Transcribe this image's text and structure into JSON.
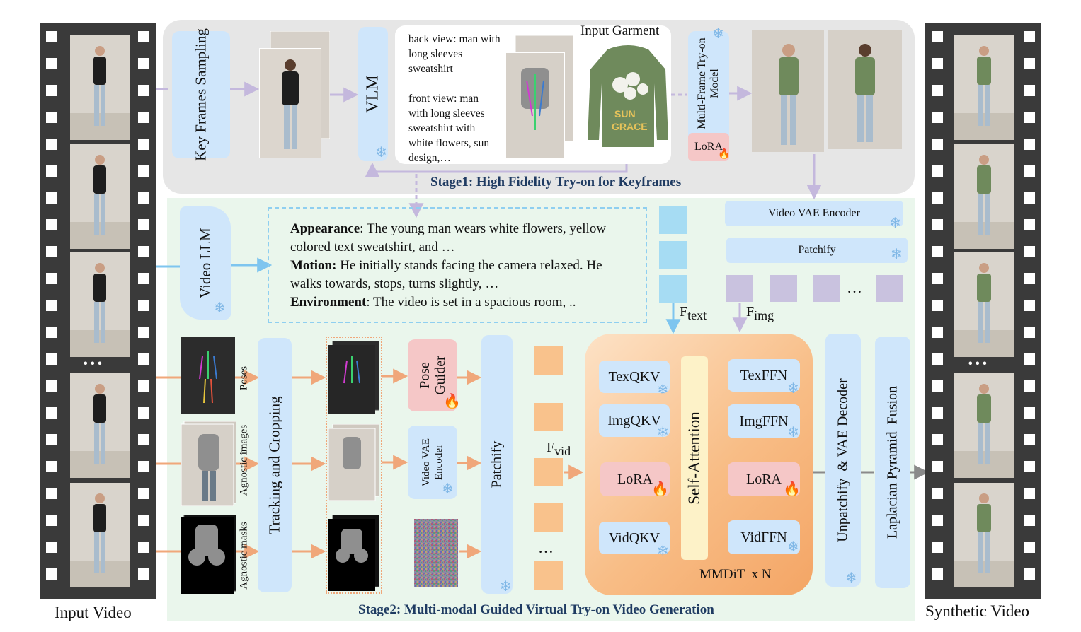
{
  "stage1": {
    "caption": "Stage1: High Fidelity Try-on for Keyframes"
  },
  "stage2": {
    "caption": "Stage2: Multi-modal Guided Virtual Try-on Video Generation"
  },
  "input_video_label": "Input Video",
  "synthetic_video_label": "Synthetic Video",
  "film_ellipsis": "• • •",
  "keyframes_sampling": "Key Frames Sampling",
  "vlm": "VLM",
  "vlm_output": {
    "back": "back view: man with long sleeves sweatshirt",
    "front": "front view: man with long sleeves sweatshirt with white flowers, sun design,…"
  },
  "input_garment_label": "Input Garment",
  "garment_print": [
    "SUN",
    "GRACE"
  ],
  "multi_frame_model": "Multi-Frame Try-on Model",
  "lora": "LoRA",
  "video_vae_encoder_top": "Video VAE Encoder",
  "patchify_top": "Patchify",
  "video_llm": "Video LLM",
  "description": {
    "appearance_label": "Appearance",
    "appearance_text": ": The young man wears white flowers, yellow colored text sweatshirt, and …",
    "motion_label": "Motion:",
    "motion_text": " He initially stands facing the camera relaxed. He walks towards, stops, turns slightly, …",
    "environment_label": "Environment",
    "environment_text": ":  The video is set in a spacious room, .."
  },
  "ftext": {
    "main": "F",
    "sub": "text"
  },
  "fimg": {
    "main": "F",
    "sub": "img"
  },
  "fvid": {
    "main": "F",
    "sub": "vid"
  },
  "ellipsis": "…",
  "inputs": {
    "poses": "Poses",
    "agnostic_images": "Agnostic images",
    "agnostic_masks": "Agnostic  masks"
  },
  "tracking_cropping": "Tracking and Cropping",
  "pose_guider": "Pose Guider",
  "video_vae_encoder_mid": "Video VAE Encoder",
  "patchify_mid": "Patchify",
  "mmdit": {
    "texqkv": "TexQKV",
    "imgqkv": "ImgQKV",
    "vidqkv": "VidQKV",
    "texffn": "TexFFN",
    "imgffn": "ImgFFN",
    "vidffn": "VidFFN",
    "lora": "LoRA",
    "self_attention": "Self-Attention",
    "label": "MMDiT  x N"
  },
  "unpatchify_decoder": "Unpatchify  & VAE Decoder",
  "laplacian_fusion": "Laplacian Pyramid  Fusion",
  "colors": {
    "light_blue": "#cfe6fb",
    "pink": "#f5c7c7",
    "orange": "#f9c28c",
    "purple": "#c9c2df",
    "stage_caption": "#1f3b62",
    "arrow_orange": "#f0a77a",
    "arrow_purple": "#c4b8dd",
    "arrow_blue": "#7ec5ef"
  }
}
